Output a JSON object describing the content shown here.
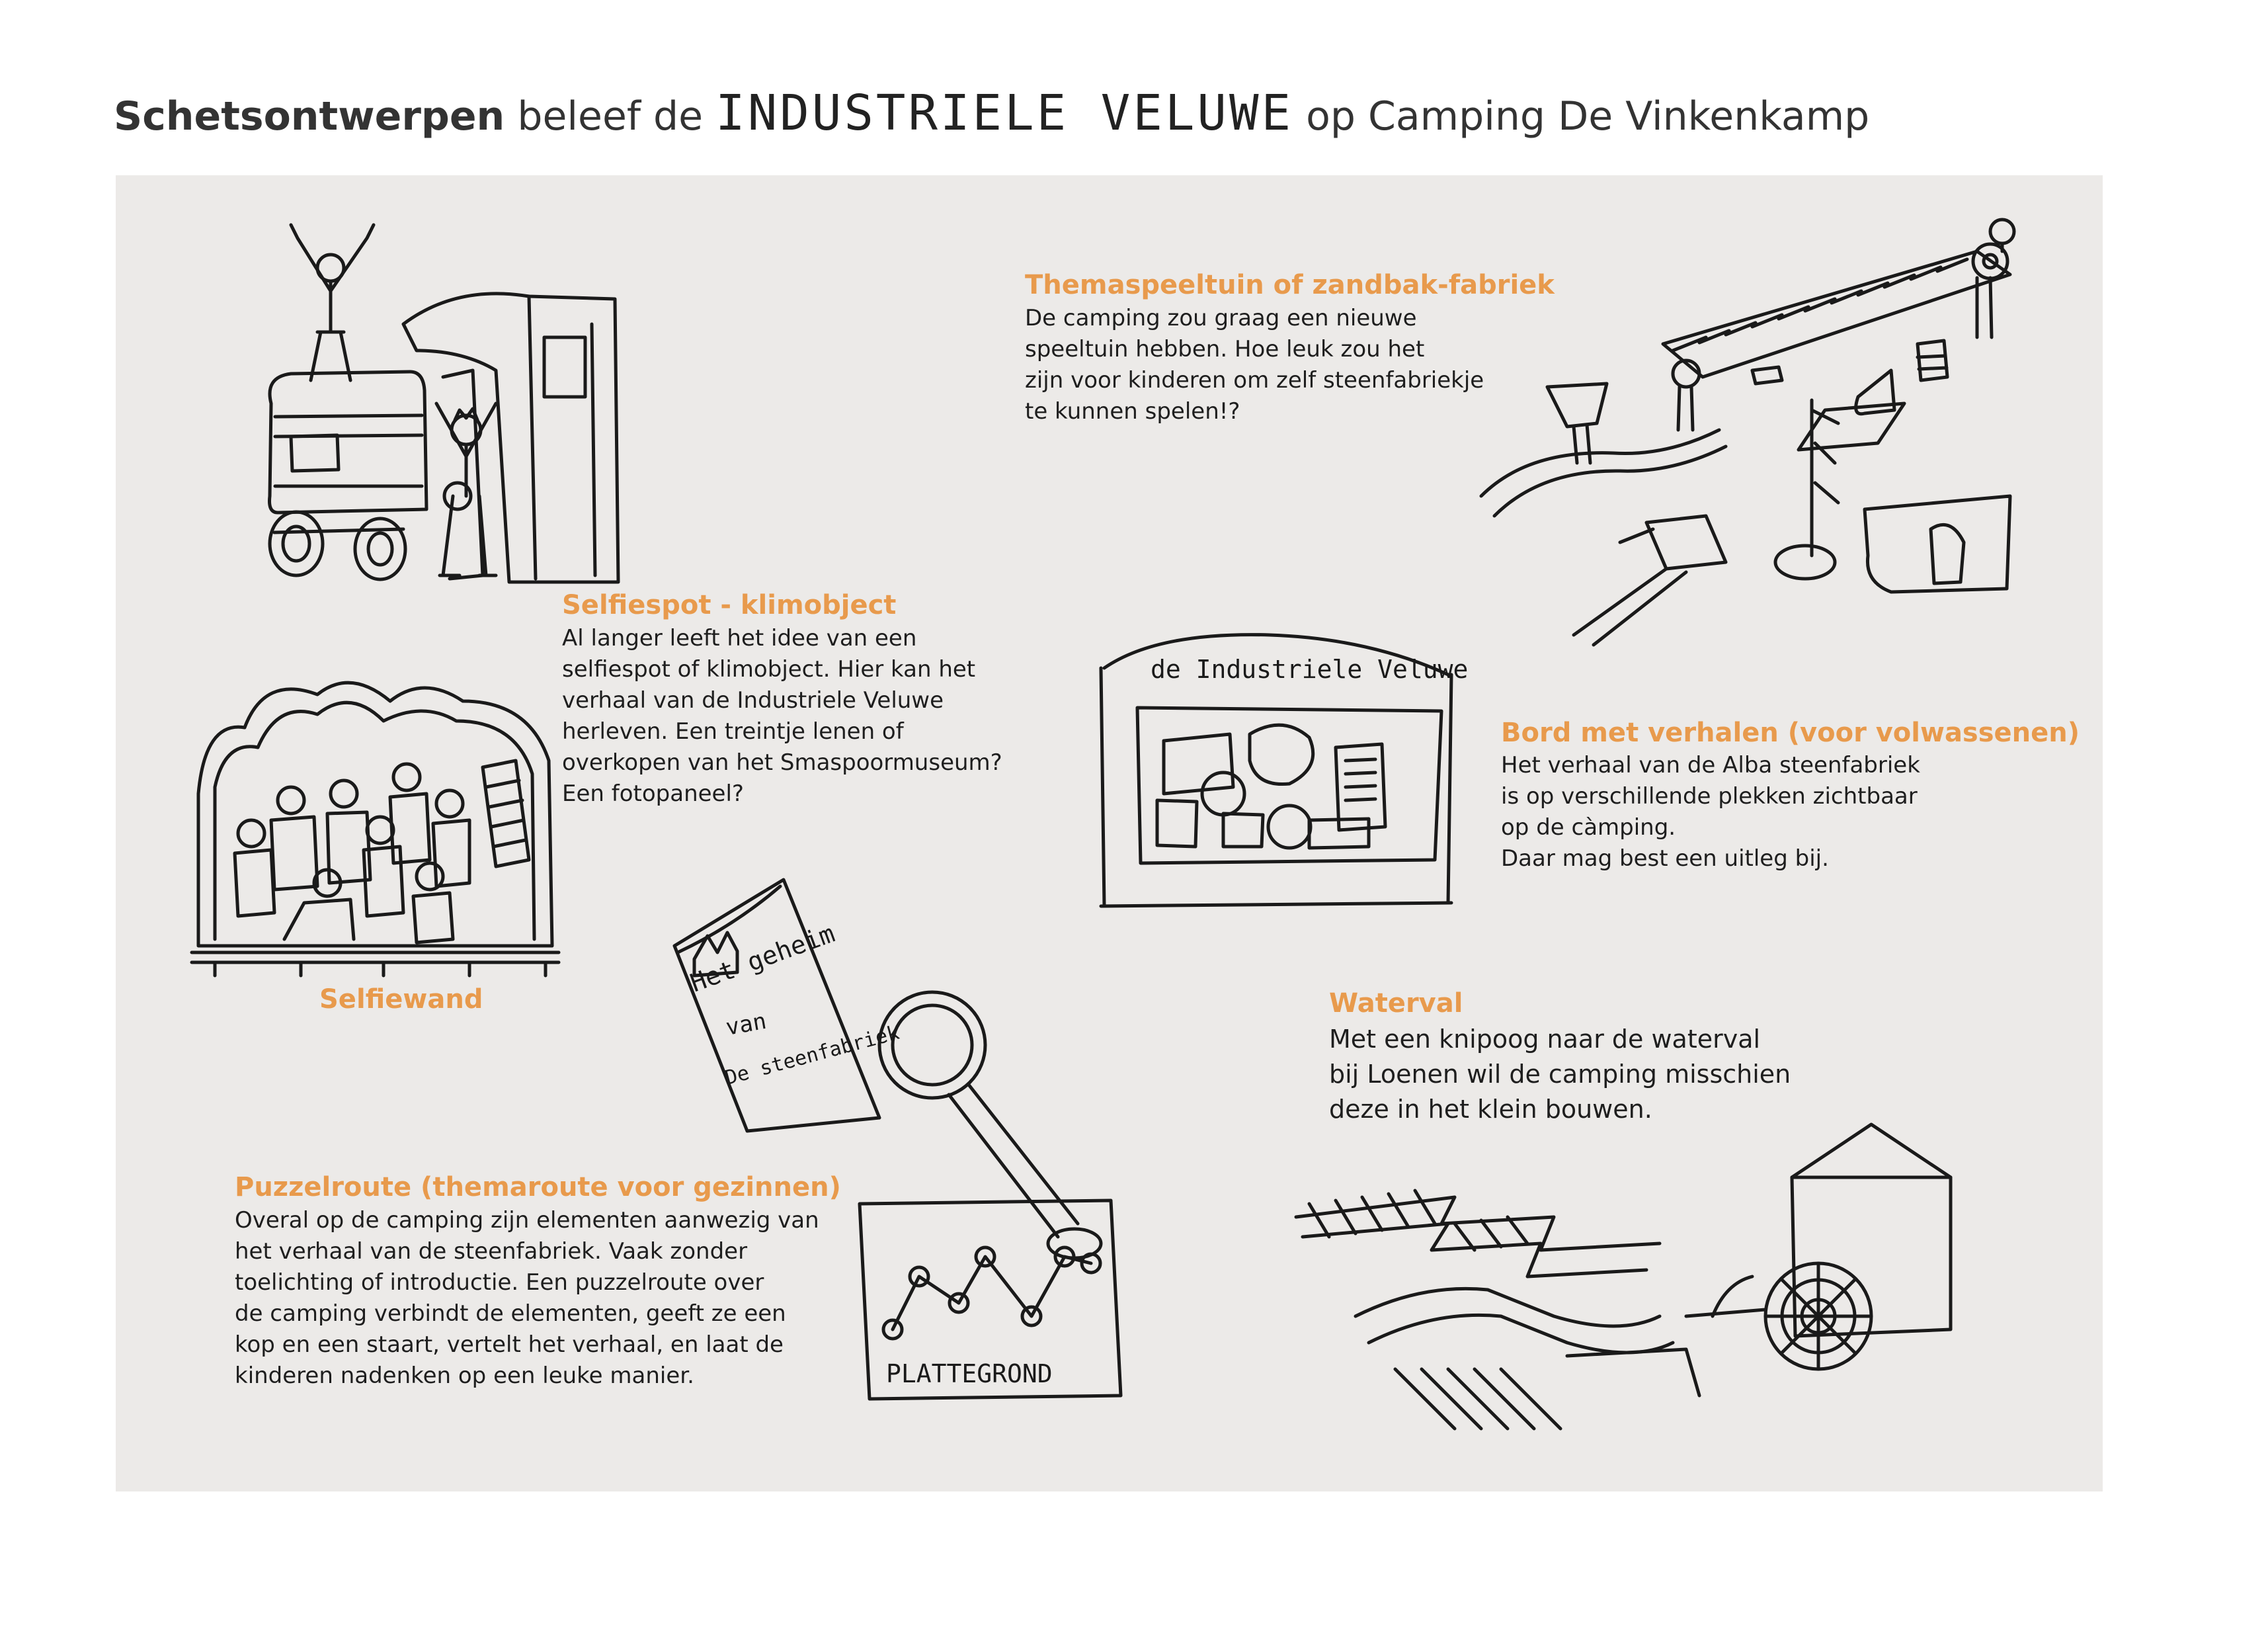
{
  "title": {
    "bold": "Schetsontwerpen",
    "pre": "beleef de",
    "hand": "INDUSTRIELE VELUWE",
    "post": "op Camping De Vinkenkamp"
  },
  "sections": {
    "themaspeeltuin": {
      "heading": "Themaspeeltuin of zandbak-fabriek",
      "body": "De camping zou graag een nieuwe\nspeeltuin hebben. Hoe leuk zou het\nzijn voor kinderen om zelf steenfabriekje\nte kunnen spelen!?"
    },
    "selfiespot": {
      "heading": "Selfiespot - klimobject",
      "body": "Al langer leeft het idee van een\nselfiespot of klimobject. Hier kan het\n  verhaal van de Industriele Veluwe\n     herleven. Een treintje lenen of\n     overkopen van het Smaspoormuseum?\n       Een fotopaneel?"
    },
    "bord": {
      "heading": "Bord met verhalen (voor volwassenen)",
      "body": "Het verhaal van de Alba steenfabriek\nis op verschillende plekken zichtbaar\nop de càmping.\nDaar mag best een uitleg bij.",
      "sign_text": "de Industriele Veluwe"
    },
    "selfiewand": {
      "label": "Selfiewand"
    },
    "waterval": {
      "heading": "Waterval",
      "body": "Met een knipoog naar de waterval\nbij Loenen wil de camping misschien\ndeze in het klein bouwen."
    },
    "puzzelroute": {
      "heading": "Puzzelroute (themaroute voor gezinnen)",
      "body": "Overal op de camping zijn elementen aanwezig van\nhet verhaal van de steenfabriek. Vaak zonder\ntoelichting of introductie. Een puzzelroute over\nde camping verbindt de elementen, geeft ze een\nkop en een staart, vertelt het verhaal, en laat de\nkinderen nadenken op een leuke manier.",
      "book_line1": "Het geheim",
      "book_line2": "van",
      "book_line3": "De steenfabriek",
      "map_label": "PLATTEGROND"
    }
  },
  "colors": {
    "accent": "#e89a4c",
    "panel": "#eceae8",
    "ink": "#1a1a1a"
  }
}
